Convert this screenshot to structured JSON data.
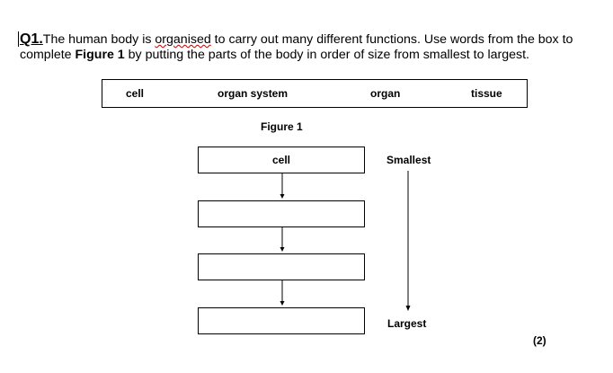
{
  "question": {
    "number": "Q1.",
    "line1_pre": "The human body is ",
    "line1_squiggle": "organised",
    "line1_post": " to carry out many different functions.   Use words from the box to",
    "line2_pre": "complete ",
    "line2_bold": "Figure 1",
    "line2_post": " by putting the parts of the body in order of size from smallest to largest."
  },
  "word_box": [
    "cell",
    "organ system",
    "organ",
    "tissue"
  ],
  "figure": {
    "title": "Figure 1",
    "boxes": [
      "cell",
      "",
      "",
      ""
    ],
    "scale_top": "Smallest",
    "scale_bottom": "Largest"
  },
  "marks": "(2)"
}
